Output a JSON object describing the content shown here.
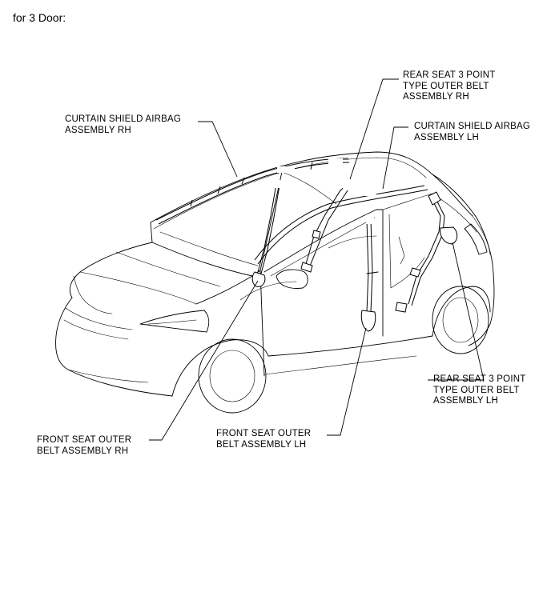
{
  "heading": "for 3 Door:",
  "callouts": {
    "curtain_rh": [
      "CURTAIN SHIELD AIRBAG",
      "ASSEMBLY RH"
    ],
    "rear_belt_rh": [
      "REAR SEAT 3 POINT",
      "TYPE OUTER BELT",
      "ASSEMBLY RH"
    ],
    "curtain_lh": [
      "CURTAIN SHIELD AIRBAG",
      "ASSEMBLY LH"
    ],
    "rear_belt_lh": [
      "REAR SEAT 3 POINT",
      "TYPE OUTER BELT",
      "ASSEMBLY LH"
    ],
    "front_belt_rh": [
      "FRONT SEAT OUTER",
      "BELT ASSEMBLY RH"
    ],
    "front_belt_lh": [
      "FRONT SEAT OUTER",
      "BELT ASSEMBLY LH"
    ]
  }
}
